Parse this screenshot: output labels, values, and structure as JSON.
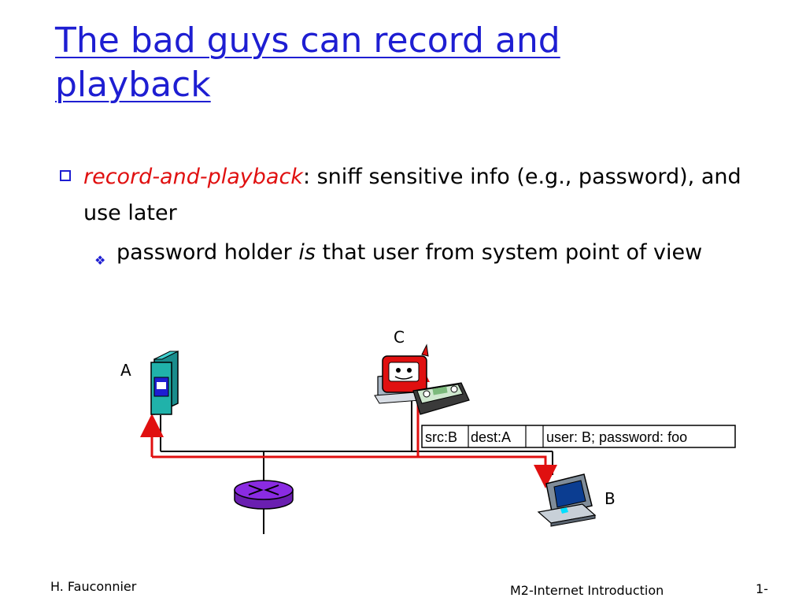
{
  "title": "The bad guys can record and playback",
  "bullet1": {
    "term": "record-and-playback",
    "rest": ": sniff sensitive info (e.g., password), and use later"
  },
  "bullet2": {
    "part1": "password holder ",
    "italic": "is",
    "part2": " that user from system point of view"
  },
  "diagram": {
    "label_a": "A",
    "label_b": "B",
    "label_c": "C",
    "packet": {
      "src": "src:B",
      "dest": "dest:A",
      "payload": "user: B; password: foo"
    },
    "colors": {
      "path": "#e01010",
      "router": "#8a2be2",
      "host_a": "#20b2aa"
    }
  },
  "footer": {
    "author": "H. Fauconnier",
    "course": "M2-Internet Introduction",
    "page": "1-"
  }
}
